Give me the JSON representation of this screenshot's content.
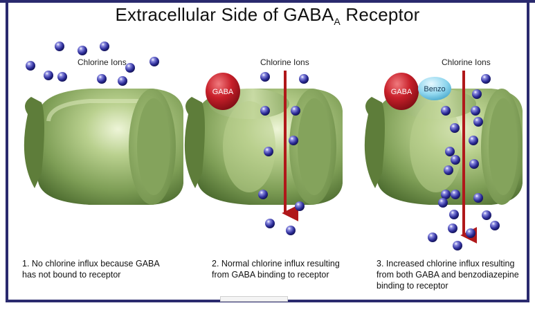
{
  "title": {
    "main": "Extracellular Side of GABA",
    "subscript": "A",
    "suffix": " Receptor"
  },
  "panels": [
    {
      "ion_label": "Chlorine Ions",
      "caption": "1. No chlorine influx because GABA\n    has not bound to receptor"
    },
    {
      "ion_label": "Chlorine Ions",
      "gaba_label": "GABA",
      "caption": "2. Normal chlorine influx resulting\n    from GABA binding to receptor"
    },
    {
      "ion_label": "Chlorine Ions",
      "gaba_label": "GABA",
      "benzo_label": "Benzo",
      "caption": "3. Increased chlorine influx resulting\n    from both GABA and benzodiazepine\n    binding to receptor"
    }
  ],
  "colors": {
    "frame": "#2a2a6e",
    "receptor": "#7a9a52",
    "gaba": "#c8202a",
    "benzo": "#8fd6ee",
    "arrow": "#b0181a",
    "ion": "#2e2e9a"
  },
  "icons": {
    "receptor": "receptor-barrel-icon",
    "ion": "chloride-ion-sphere-icon",
    "arrow": "down-arrow-icon"
  }
}
